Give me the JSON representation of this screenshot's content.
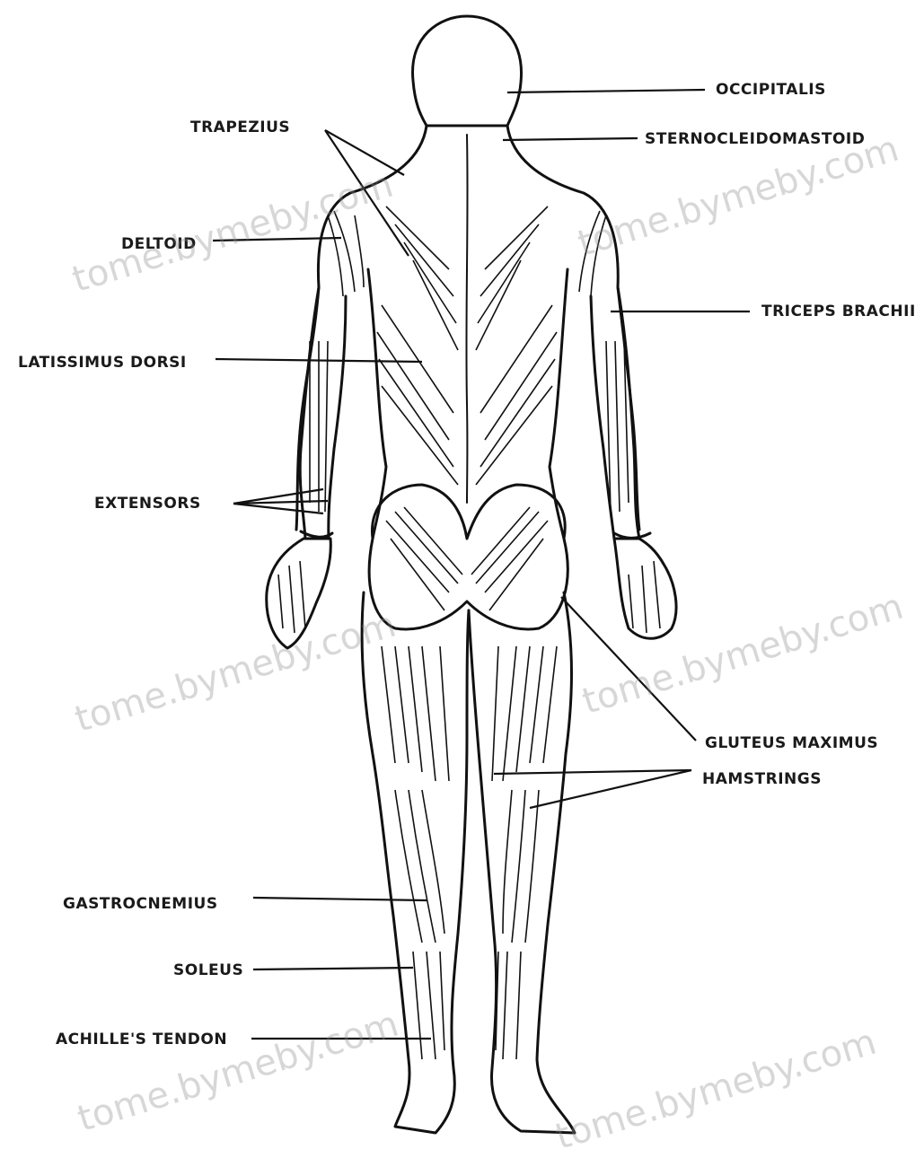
{
  "labels": {
    "occipitalis": "OCCIPITALIS",
    "sternocleidomastoid": "STERNOCLEIDOMASTOID",
    "trapezius": "TRAPEZIUS",
    "deltoid": "DELTOID",
    "triceps_brachii": "TRICEPS BRACHII",
    "latissimus_dorsi": "LATISSIMUS DORSI",
    "extensors": "EXTENSORS",
    "gluteus_maximus": "GLUTEUS MAXIMUS",
    "hamstrings": "HAMSTRINGS",
    "gastrocnemius": "GASTROCNEMIUS",
    "soleus": "SOLEUS",
    "achilles_tendon": "ACHILLE'S TENDON"
  },
  "watermark": "tome.bymeby.com",
  "colors": {
    "ink": "#111111",
    "background": "#ffffff",
    "watermark": "#8c8c8c"
  }
}
